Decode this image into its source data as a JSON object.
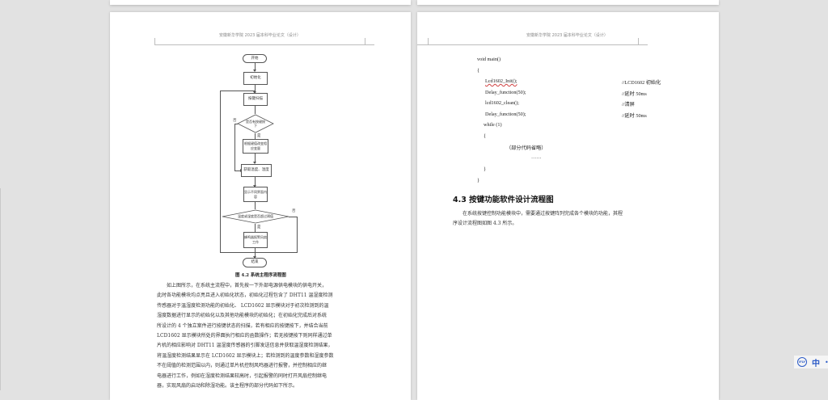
{
  "viewer": {
    "background": "#e2e2e2"
  },
  "left_page": {
    "header": "安徽新华学院 2023 届本科毕业论文（设计）",
    "flowchart": {
      "nodes": {
        "start": "开始",
        "init": "初始化",
        "scan": "按键扫描",
        "decision_key": "是否有按键按下",
        "key_handle": "根据键值改变相应变量",
        "read": "获取温度、湿度",
        "display": "显示不同界面内容",
        "decision_threshold": "温度或湿度是否超过阈值",
        "alarm": "蜂鸣器报警风扇工作",
        "end": "结束"
      },
      "labels": {
        "yes_1": "是",
        "no_1": "否",
        "yes_2": "是",
        "no_2": "否"
      }
    },
    "caption": "图 4.2  系统主程序流程图",
    "paragraph_lines": [
      "如上图所示，在系统主流程中，首先按一下外部电源供电模块的供电开关，",
      "此时各功能模块均点亮且进入初始化状态，初始化过程包含了 DHT11 温湿度检测",
      "传感器对于温湿度检测功能的初始化、 LCD1602 显示模块对于初次检测到的温",
      "湿度数据进行显示的初始化以及其他功能模块的初始化；在初始化完成后对系统",
      "所设计的 4 个独立案件进行按键状态的扫描，若有相应的按键按下，并结合当前",
      "LCD1602 显示模块所处的界面执行相应的函数操作；若无按键按下则同样通过单",
      "片机的相应影响对 DHT11 温湿度传感器的引脚发送信息并获取温湿度检测结果，",
      "将温湿度检测结果显示在 LCD1602 显示模块上；若检测到的温度参数和湿度参数",
      "不在阈值的检测范围以内，则通过单片机控制风鸣器进行报警，并控制相应的继",
      "电器进行工作，例如在湿度检测结果较高时，引起报警的同时打开风扇控制继电",
      "器，实现风扇的启动和除湿功能。该主程序的部分代码如下所示。"
    ]
  },
  "right_page": {
    "header": "安徽新华学院 2023 届本科毕业论文（设计）",
    "code": [
      {
        "text": "void main()",
        "comment": ""
      },
      {
        "text": "{",
        "comment": ""
      },
      {
        "text": "Lcd1602_Init();",
        "comment": "//LCD1602 初始化"
      },
      {
        "text": "Delay_function(50);",
        "comment": "//延时 50ms"
      },
      {
        "text": "lcd1602_clean();",
        "comment": "//清屏"
      },
      {
        "text": "Delay_function(50);",
        "comment": "//延时 50ms"
      },
      {
        "text": "while (1)",
        "comment": ""
      },
      {
        "text": "{",
        "comment": ""
      },
      {
        "text": "（部分代码省略）",
        "comment": ""
      },
      {
        "text": "……",
        "comment": ""
      },
      {
        "text": "}",
        "comment": ""
      },
      {
        "text": "}",
        "comment": ""
      }
    ],
    "section_title": "4.3  按键功能软件设计流程图",
    "paragraph_lines": [
      "在系统按键控制功能模块中，需要通过按键阵列完成各个模块的功能，其程",
      "序设计流程图如图 4.3 所示。"
    ]
  },
  "ime_indicator": {
    "icon": "ime-logo-icon",
    "icon_text": "iFLY",
    "language": "中",
    "extra": "•",
    "accent": "#2d5cc8"
  }
}
